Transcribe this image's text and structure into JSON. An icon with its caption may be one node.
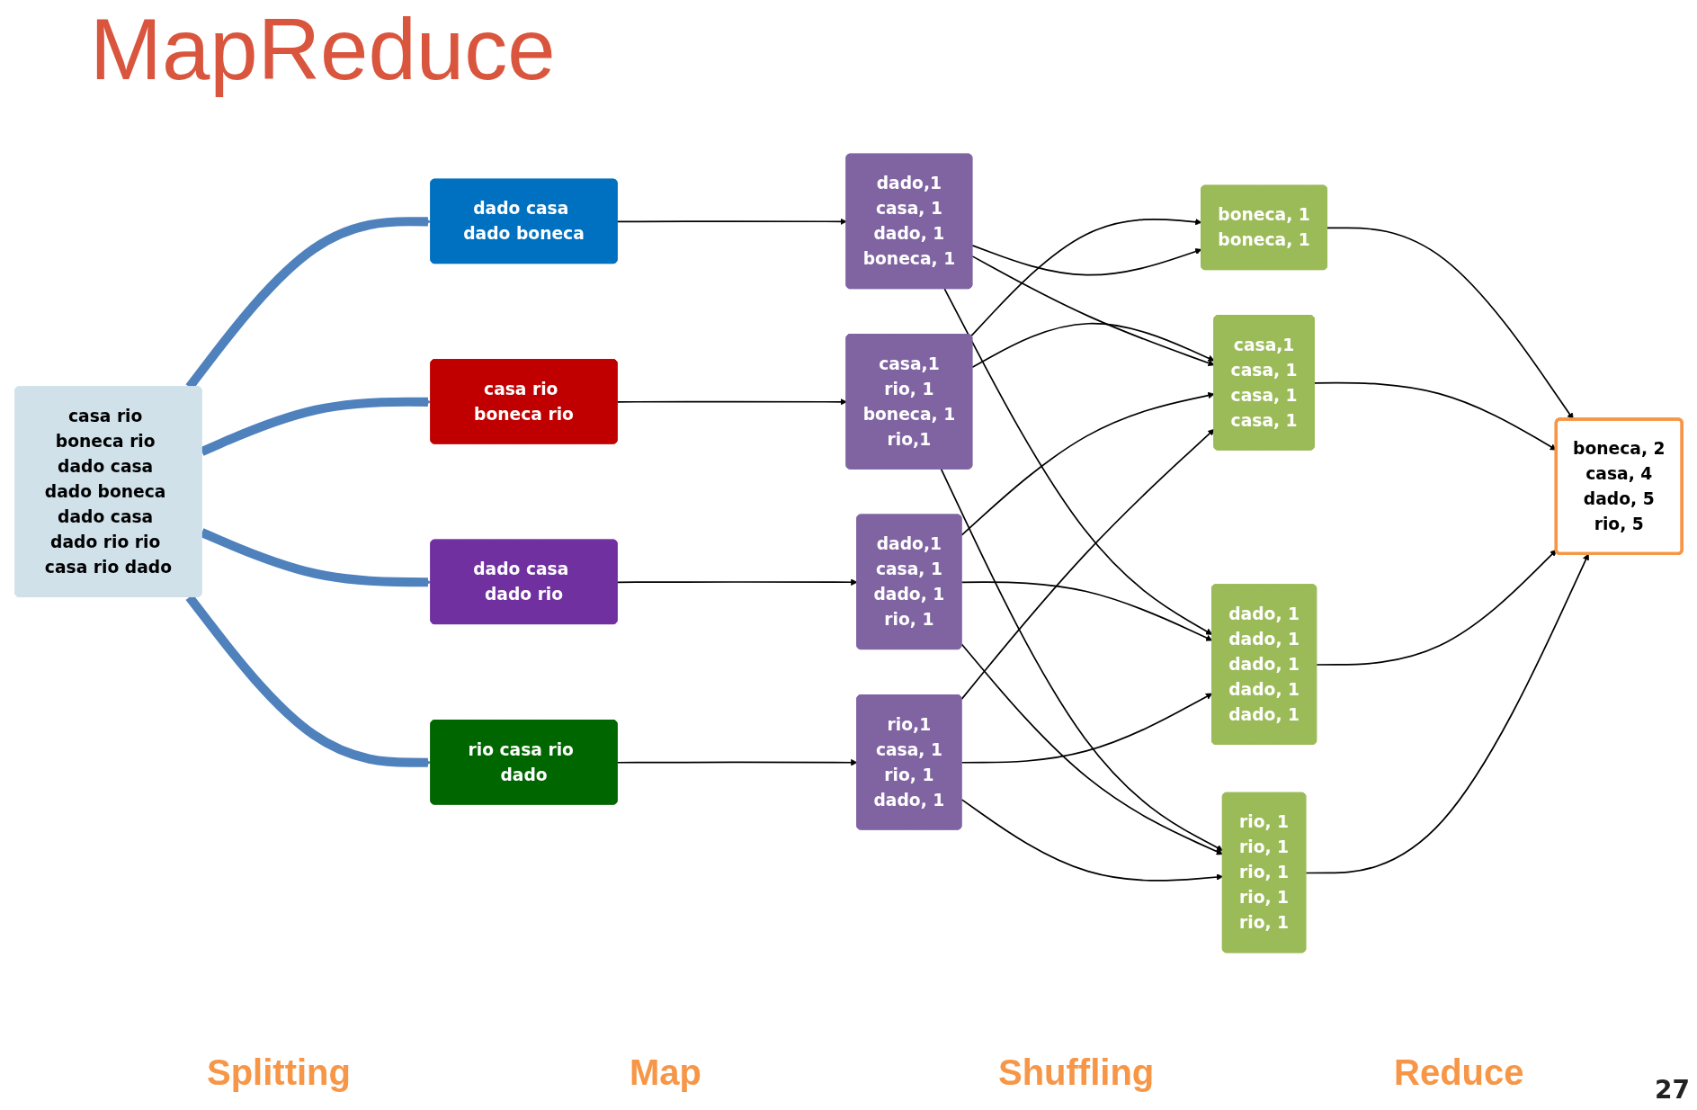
{
  "diagram": {
    "title": "MapReduce",
    "nodes": [
      {
        "text": [
          "casa rio boneca rio dado casa dado boneca dado casa dado rio rio casa rio dado"
        ]
      },
      {
        "text": [
          "casa rio boneca rio"
        ]
      },
      {
        "text": [
          "dado casa dado boneca"
        ]
      },
      {
        "text": [
          "dado casa dado rio"
        ]
      },
      {
        "text": [
          "rio casa rio dado"
        ]
      },
      {
        "text": [
          "casa,1",
          "rio, 1",
          "boneca, 1",
          "rio,1"
        ]
      },
      {
        "text": [
          "dado,1",
          "casa, 1",
          "dado, 1",
          "boneca, 1"
        ]
      },
      {
        "text": [
          "dado,1",
          "casa, 1",
          "dado, 1",
          "rio, 1"
        ]
      },
      {
        "text": [
          "rio,1",
          "casa, 1",
          "rio, 1",
          "dado, 1"
        ]
      },
      {
        "text": [
          "boneca, 1",
          "boneca, 1"
        ]
      },
      {
        "text": [
          "casa,1",
          "casa, 1",
          "casa, 1",
          "casa, 1"
        ]
      },
      {
        "text": [
          "dado, 1",
          "dado, 1",
          "dado, 1",
          "dado, 1",
          "dado, 1"
        ]
      },
      {
        "text": [
          "rio, 1",
          "rio, 1",
          "rio, 1",
          "rio, 1",
          "rio, 1"
        ]
      },
      {
        "text": [
          "boneca, 2",
          "casa, 4",
          "dado, 5",
          "rio, 5"
        ]
      }
    ],
    "edges": [
      {
        "from": 0,
        "to": 1,
        "arrow": "to",
        "style": "thick",
        "color": "#4f81bd"
      },
      {
        "from": 0,
        "to": 2,
        "arrow": "to",
        "style": "thick",
        "color": "#4f81bd"
      },
      {
        "from": 0,
        "to": 3,
        "arrow": "to",
        "style": "thick",
        "color": "#4f81bd"
      },
      {
        "from": 0,
        "to": 4,
        "arrow": "to",
        "style": "thick",
        "color": "#4f81bd"
      },
      {
        "from": 1,
        "to": 5,
        "arrow": "to"
      },
      {
        "from": 2,
        "to": 6,
        "arrow": "to"
      },
      {
        "from": 3,
        "to": 7,
        "arrow": "to"
      },
      {
        "from": 4,
        "to": 8,
        "arrow": "to"
      },
      {
        "from": 5,
        "to": 9,
        "arrow": "to"
      },
      {
        "from": 5,
        "to": 10,
        "arrow": "to"
      },
      {
        "from": 5,
        "to": 12,
        "arrow": "to"
      },
      {
        "from": 6,
        "to": 9,
        "arrow": "to"
      },
      {
        "from": 6,
        "to": 10,
        "arrow": "to"
      },
      {
        "from": 6,
        "to": 11,
        "arrow": "to"
      },
      {
        "from": 7,
        "to": 10,
        "arrow": "to"
      },
      {
        "from": 7,
        "to": 11,
        "arrow": "to"
      },
      {
        "from": 7,
        "to": 12,
        "arrow": "to"
      },
      {
        "from": 8,
        "to": 10,
        "arrow": "to"
      },
      {
        "from": 8,
        "to": 11,
        "arrow": "to"
      },
      {
        "from": 8,
        "to": 12,
        "arrow": "to"
      },
      {
        "from": 9,
        "to": 13,
        "arrow": "to"
      },
      {
        "from": 10,
        "to": 13,
        "arrow": "to"
      },
      {
        "from": 11,
        "to": 13,
        "arrow": "to"
      },
      {
        "from": 12,
        "to": 13,
        "arrow": "to"
      }
    ],
    "labels": [
      "Splitting",
      "Map",
      "Shuffling",
      "Reduce",
      "27"
    ]
  }
}
